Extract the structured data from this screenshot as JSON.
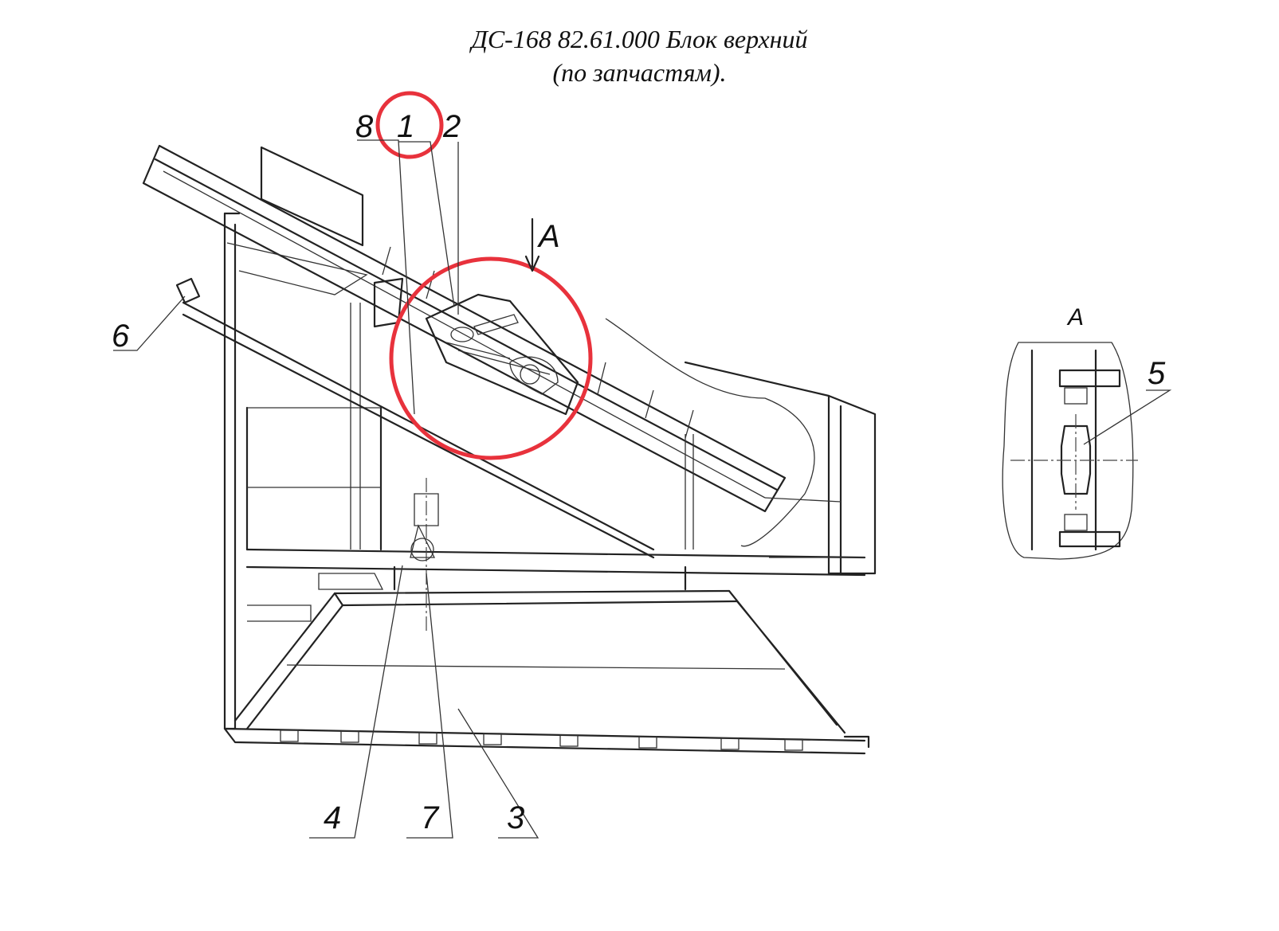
{
  "title": {
    "line1": "ДС-168 82.61.000 Блок верхний",
    "line2": "(по запчастям)."
  },
  "callouts": {
    "c1": "1",
    "c2": "2",
    "c3": "3",
    "c4": "4",
    "c5": "5",
    "c6": "6",
    "c7": "7",
    "c8": "8"
  },
  "view_labels": {
    "arrow_a": "A",
    "detail_a": "A"
  },
  "highlight_color": "#e8323c"
}
